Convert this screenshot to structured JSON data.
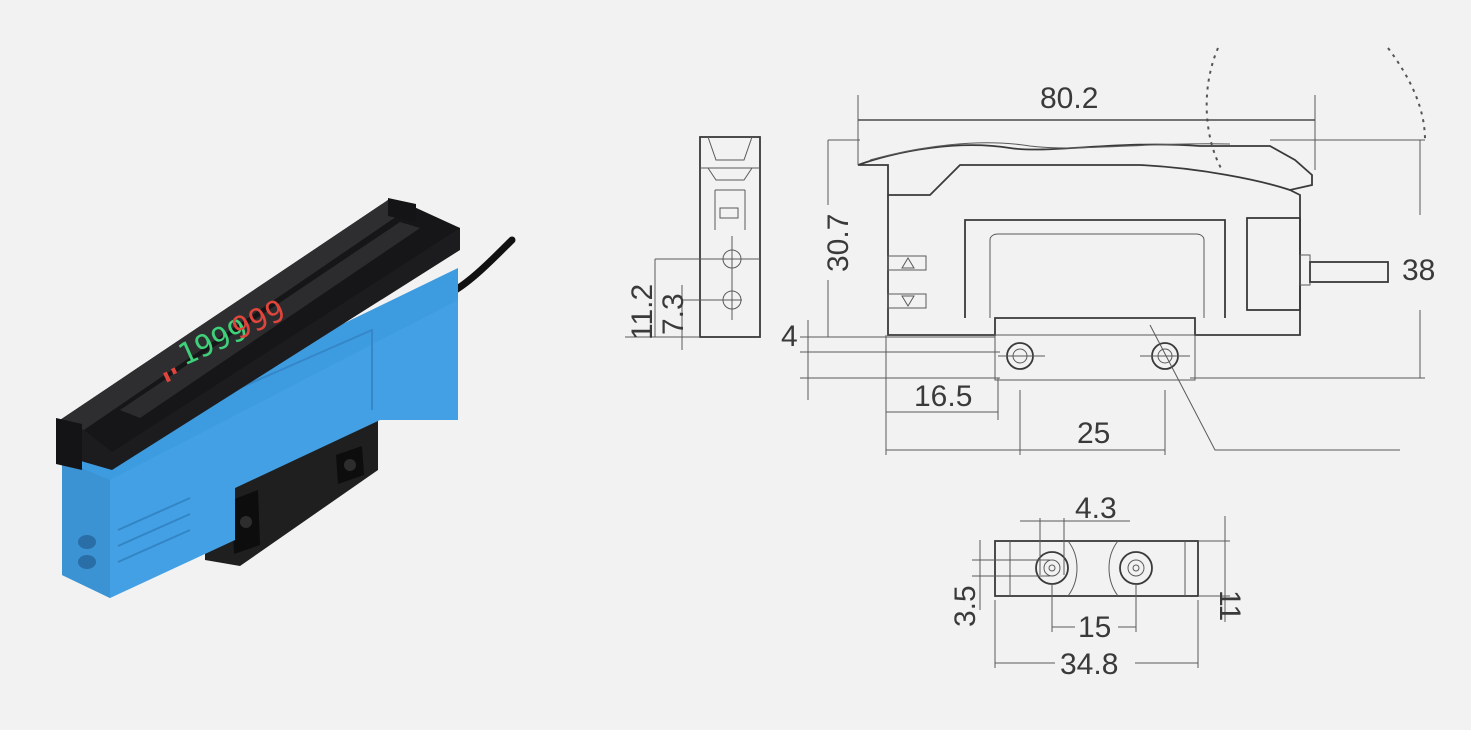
{
  "product": {
    "display": {
      "green_digits": "1999",
      "red_digits": "999"
    },
    "colors": {
      "housing": "#3d9be0",
      "housing_shadow": "#2f7fc0",
      "cover": "#1c1c1e",
      "mount": "#222222",
      "cable": "#111111"
    }
  },
  "dimensions": {
    "width_top": "80.2",
    "height_body": "30.7",
    "height_total": "38",
    "side_11_2": "11.2",
    "side_7_3": "7.3",
    "offset_4": "4",
    "pos_16_5": "16.5",
    "pitch_25": "25",
    "hole_4_3": "4.3",
    "hole_3_5": "3.5",
    "base_11": "11",
    "base_15": "15",
    "base_34_8": "34.8"
  }
}
